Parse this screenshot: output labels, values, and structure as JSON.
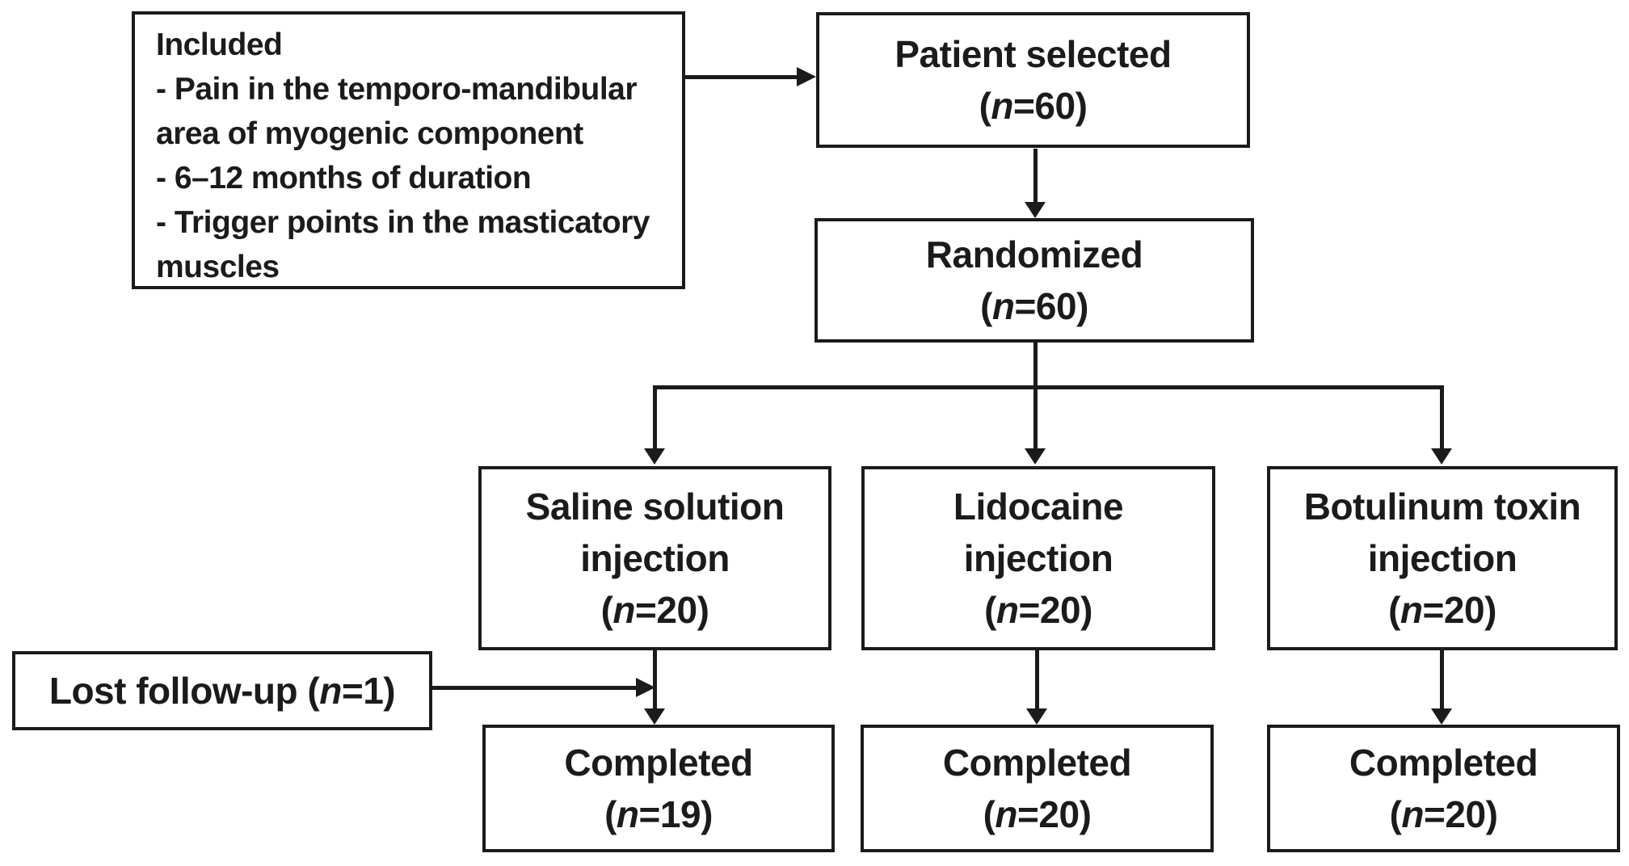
{
  "included_box": {
    "lines": [
      "Included",
      "- Pain in the temporo-mandibular",
      "area of myogenic component",
      "- 6–12 months of duration",
      "- Trigger points in the masticatory",
      "muscles"
    ]
  },
  "nodes": {
    "patient": {
      "lines": [
        "Patient selected"
      ],
      "count": "(n=60)"
    },
    "randomized": {
      "lines": [
        "Randomized"
      ],
      "count": "(n=60)"
    },
    "saline": {
      "lines": [
        "Saline solution",
        "injection"
      ],
      "count": "(n=20)"
    },
    "lidocaine": {
      "lines": [
        "Lidocaine",
        "injection"
      ],
      "count": "(n=20)"
    },
    "botulinum": {
      "lines": [
        "Botulinum toxin",
        "injection"
      ],
      "count": "(n=20)"
    },
    "lost": {
      "label": "Lost follow-up",
      "count": "(n=1)"
    },
    "completed_saline": {
      "lines": [
        "Completed"
      ],
      "count": "(n=19)"
    },
    "completed_lidocaine": {
      "lines": [
        "Completed"
      ],
      "count": "(n=20)"
    },
    "completed_botulinum": {
      "lines": [
        "Completed"
      ],
      "count": "(n=20)"
    }
  },
  "colors": {
    "line": "#1b1b1b",
    "text": "#1b1b1b",
    "background": "#ffffff"
  }
}
